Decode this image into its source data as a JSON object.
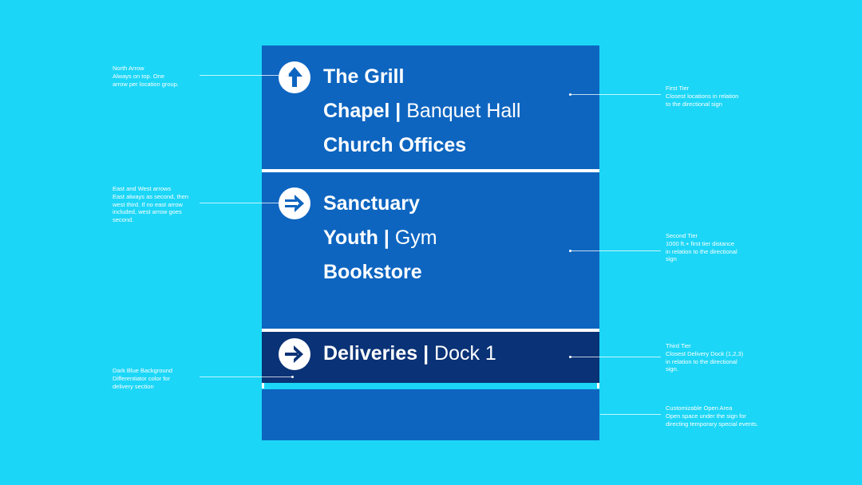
{
  "sign": {
    "tiers": [
      {
        "arrow": "north-arrow-icon",
        "destinations": [
          {
            "main": "The Grill",
            "sep": "",
            "alt": ""
          },
          {
            "main": "Chapel",
            "sep": " | ",
            "alt": "Banquet Hall"
          },
          {
            "main": "Church Offices",
            "sep": "",
            "alt": ""
          }
        ]
      },
      {
        "arrow": "east-arrow-icon",
        "destinations": [
          {
            "main": "Sanctuary",
            "sep": "",
            "alt": ""
          },
          {
            "main": "Youth",
            "sep": " | ",
            "alt": "Gym"
          },
          {
            "main": "Bookstore",
            "sep": "",
            "alt": ""
          }
        ]
      },
      {
        "arrow": "east-arrow-icon",
        "destinations": [
          {
            "main": "Deliveries",
            "sep": " | ",
            "alt": "Dock 1"
          }
        ]
      }
    ]
  },
  "annotations": {
    "north_arrow": {
      "title": "North Arrow",
      "lines": [
        "Always on top. One",
        "arrow per location group."
      ]
    },
    "east_west": {
      "title": "East and West arrows",
      "lines": [
        "East always as second, then",
        "west third. If no east arrow",
        "included, west arrow goes",
        "second."
      ]
    },
    "dark_blue": {
      "title": "Dark Blue Background",
      "lines": [
        "Differentiator color for",
        "delivery section"
      ]
    },
    "first_tier": {
      "title": "First Tier",
      "lines": [
        "Closest locations in relation",
        "to the directional sign"
      ]
    },
    "second_tier": {
      "title": "Second Tier",
      "lines": [
        "1000 ft.+ first tier distance",
        "in relation to the directional",
        "sign"
      ]
    },
    "third_tier": {
      "title": "Third Tier",
      "lines": [
        "Closest Delivery Dock (1,2,3)",
        "in relation to the directional",
        "sign."
      ]
    },
    "open_area": {
      "title": "Customizable Open Area",
      "lines": [
        "Open space under the sign for",
        "directing temporary special events."
      ]
    }
  },
  "colors": {
    "background": "#1bd6f7",
    "sign_blue": "#0d65c0",
    "delivery_dark_blue": "#0a3276",
    "text": "#ffffff"
  }
}
